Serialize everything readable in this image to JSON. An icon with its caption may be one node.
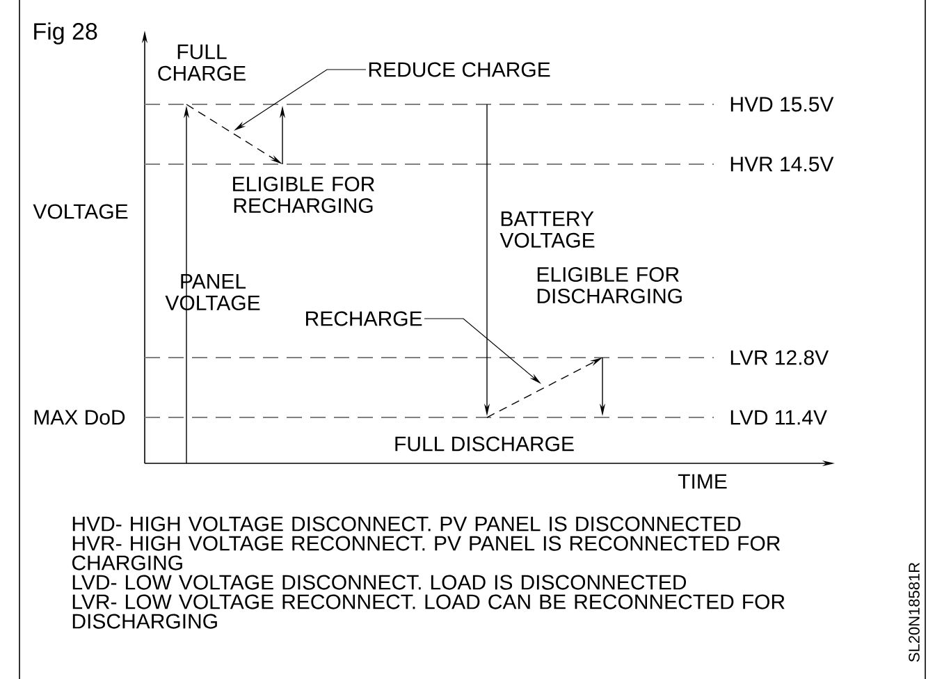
{
  "diagram": {
    "title": "Fig 28",
    "nodes": [
      {
        "text": [
          "REDUCE CHARGE"
        ]
      },
      {
        "text": [
          "RECHARGE"
        ]
      }
    ],
    "edges": [
      {
        "from": 0,
        "to": null,
        "arrow": "to"
      },
      {
        "from": 1,
        "to": null,
        "arrow": "to"
      }
    ],
    "labels": [
      "FULL CHARGE",
      "HVD 15.5V",
      "HVR 14.5V",
      "ELIGIBLE FOR RECHARGING",
      "VOLTAGE",
      "BATTERY VOLTAGE",
      "PANEL VOLTAGE",
      "ELIGIBLE FOR DISCHARGING",
      "LVR 12.8V",
      "MAX DoD",
      "LVD 11.4V",
      "FULL DISCHARGE",
      "TIME",
      "HVD- HIGH VOLTAGE DISCONNECT. PV PANEL IS DISCONNECTED",
      "HVR- HIGH VOLTAGE RECONNECT. PV PANEL IS RECONNECTED FOR CHARGING",
      "LVD- LOW VOLTAGE DISCONNECT. LOAD IS DISCONNECTED",
      "LVR- LOW VOLTAGE RECONNECT. LOAD CAN BE RECONNECTED FOR DISCHARGING",
      "SL20N18581R"
    ]
  }
}
